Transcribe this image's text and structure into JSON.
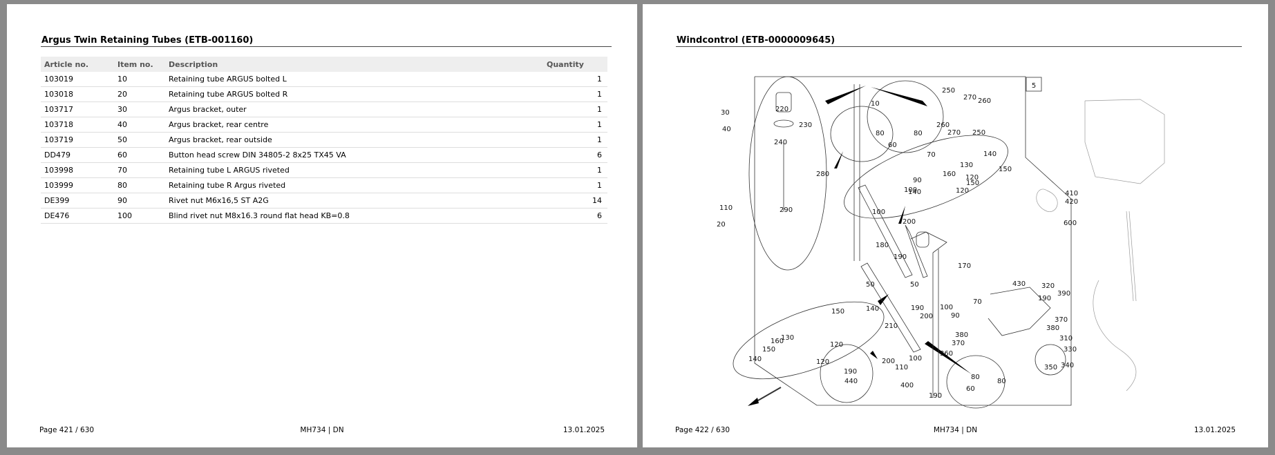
{
  "left_page": {
    "title": "Argus Twin Retaining Tubes (ETB-001160)",
    "columns": [
      "Article no.",
      "Item no.",
      "Description",
      "Quantity"
    ],
    "rows": [
      [
        "103019",
        "10",
        "Retaining tube ARGUS bolted L",
        "1"
      ],
      [
        "103018",
        "20",
        "Retaining tube ARGUS bolted R",
        "1"
      ],
      [
        "103717",
        "30",
        "Argus bracket, outer",
        "1"
      ],
      [
        "103718",
        "40",
        "Argus bracket, rear centre",
        "1"
      ],
      [
        "103719",
        "50",
        "Argus bracket, rear outside",
        "1"
      ],
      [
        "DD479",
        "60",
        "Button head screw DIN 34805-2 8x25 TX45 VA",
        "6"
      ],
      [
        "103998",
        "70",
        "Retaining tube L ARGUS riveted",
        "1"
      ],
      [
        "103999",
        "80",
        "Retaining tube R Argus riveted",
        "1"
      ],
      [
        "DE399",
        "90",
        "Rivet nut M6x16,5 ST A2G",
        "14"
      ],
      [
        "DE476",
        "100",
        "Blind rivet nut M8x16.3 round flat head KB=0.8",
        "6"
      ]
    ],
    "footer": {
      "page": "Page 421 / 630",
      "doc": "MH734 | DN",
      "date": "13.01.2025"
    }
  },
  "right_page": {
    "title": "Windcontrol (ETB-0000009645)",
    "drawing": {
      "box_number": "5",
      "callouts": [
        "10",
        "30",
        "40",
        "80",
        "80",
        "60",
        "220",
        "230",
        "240",
        "280",
        "290",
        "250",
        "270",
        "260",
        "260",
        "270",
        "250",
        "70",
        "90",
        "100",
        "140",
        "130",
        "160",
        "150",
        "140",
        "150",
        "120",
        "120",
        "110",
        "100",
        "20",
        "180",
        "200",
        "190",
        "170",
        "50",
        "50",
        "150",
        "140",
        "190",
        "200",
        "210",
        "100",
        "90",
        "70",
        "160",
        "130",
        "150",
        "140",
        "120",
        "120",
        "200",
        "100",
        "110",
        "190",
        "440",
        "400",
        "190",
        "80",
        "80",
        "60",
        "360",
        "380",
        "370",
        "350",
        "430",
        "320",
        "190",
        "390",
        "370",
        "380",
        "310",
        "330",
        "340",
        "410",
        "420",
        "600"
      ]
    },
    "footer": {
      "page": "Page 422 / 630",
      "doc": "MH734 | DN",
      "date": "13.01.2025"
    }
  }
}
